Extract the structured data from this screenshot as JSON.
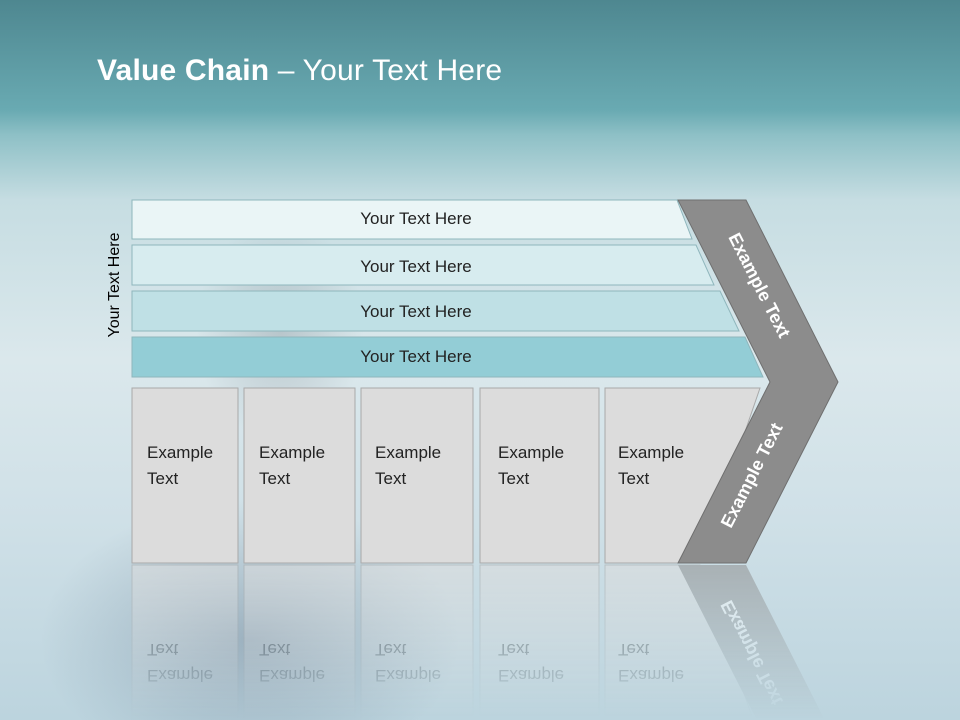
{
  "title": {
    "bold": "Value Chain",
    "rest": " – Your Text Here"
  },
  "side_label": "Your Text Here",
  "bands": [
    {
      "label": "Your Text Here",
      "color": "#eaf5f6"
    },
    {
      "label": "Your Text Here",
      "color": "#d7ecef"
    },
    {
      "label": "Your Text Here",
      "color": "#bfe0e5"
    },
    {
      "label": "Your Text Here",
      "color": "#93cdd6"
    }
  ],
  "cells": [
    {
      "line1": "Example",
      "line2": "Text"
    },
    {
      "line1": "Example",
      "line2": "Text"
    },
    {
      "line1": "Example",
      "line2": "Text"
    },
    {
      "line1": "Example",
      "line2": "Text"
    },
    {
      "line1": "Example",
      "line2": "Text"
    }
  ],
  "arrow": {
    "upper_label": "Example Text",
    "lower_label": "Example Text",
    "color": "#8c8c8c"
  },
  "colors": {
    "cell_fill": "#dcdcdc",
    "cell_stroke": "#a9a9a9"
  }
}
